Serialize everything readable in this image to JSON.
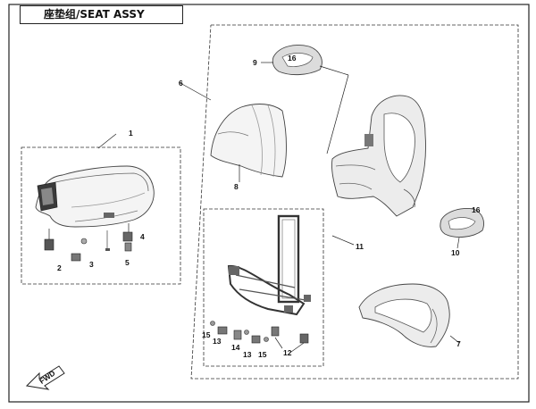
{
  "title": "座垫组/SEAT ASSY",
  "callouts": {
    "c1": "1",
    "c2": "2",
    "c3": "3",
    "c4": "4",
    "c5": "5",
    "c6": "6",
    "c7": "7",
    "c8": "8",
    "c9": "9",
    "c10": "10",
    "c11": "11",
    "c12": "12",
    "c13a": "13",
    "c13b": "13",
    "c14": "14",
    "c15a": "15",
    "c15b": "15",
    "c16a": "16",
    "c16b": "16"
  },
  "fwd_label": "FWD"
}
